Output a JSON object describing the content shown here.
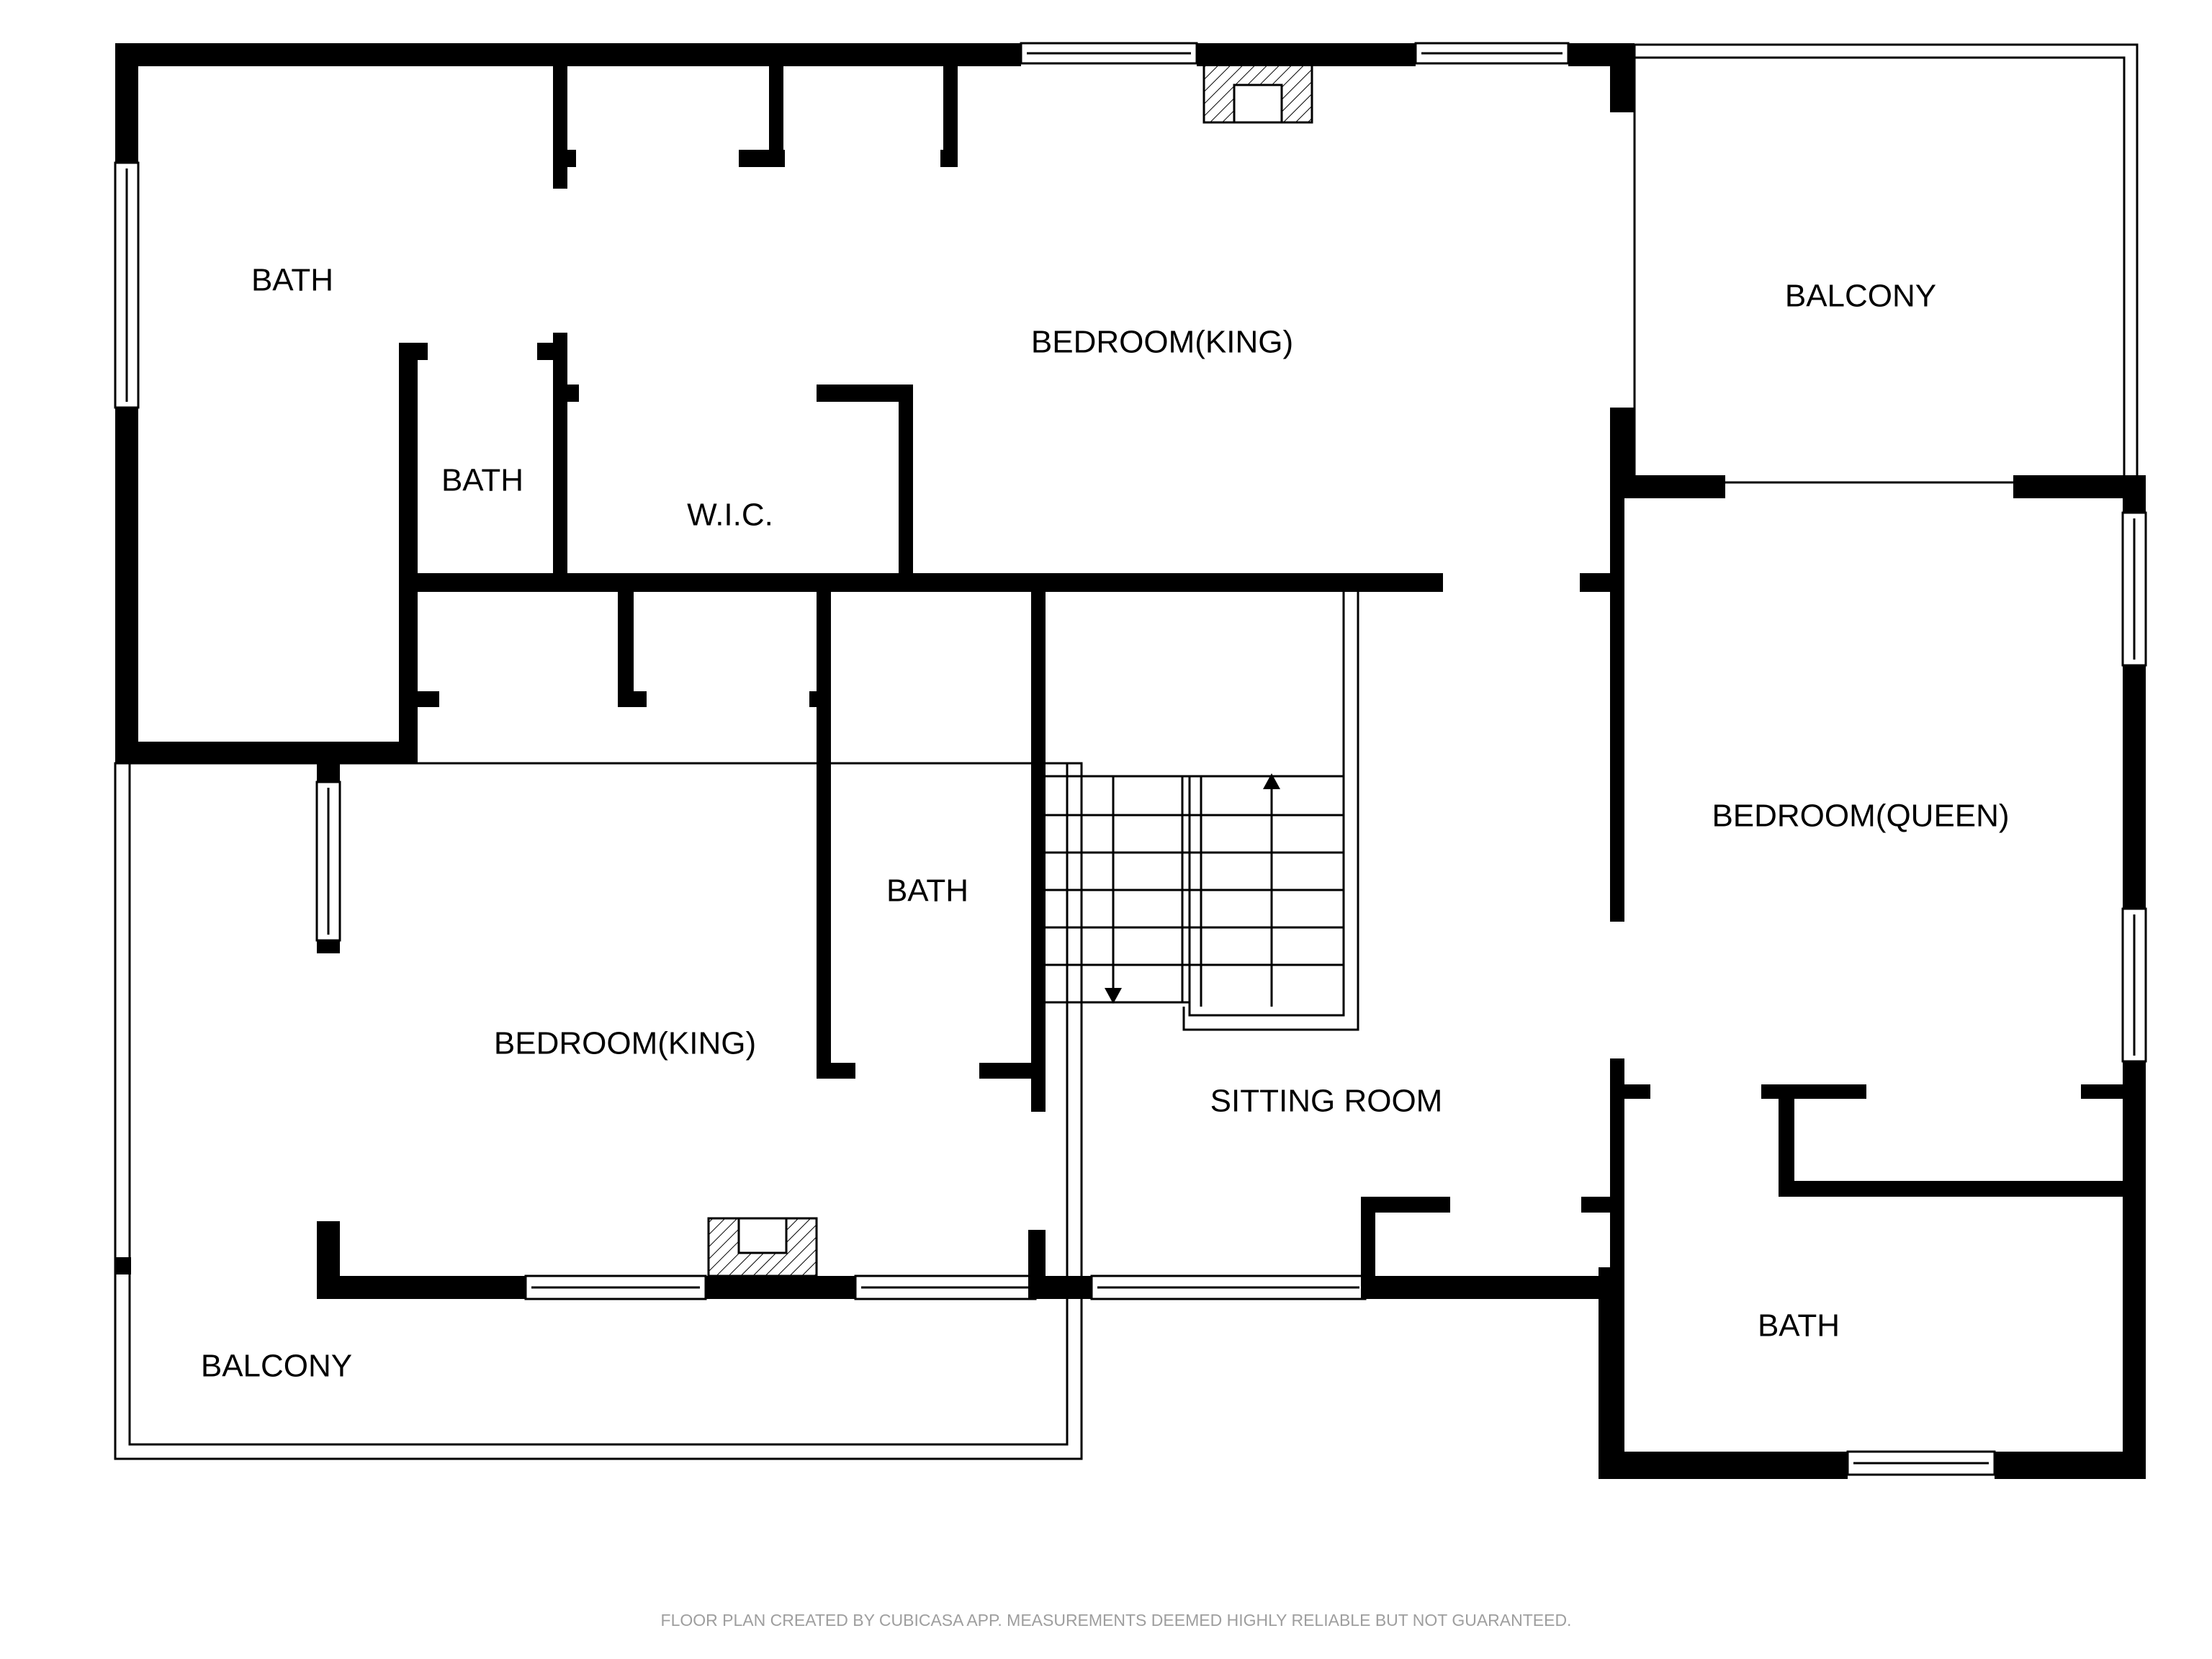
{
  "rooms": {
    "bath_top_left": "BATH",
    "bath_small": "BATH",
    "wic": "W.I.C.",
    "bedroom_king_top": "BEDROOM(KING)",
    "balcony_top_right": "BALCONY",
    "bedroom_queen": "BEDROOM(QUEEN)",
    "bath_center": "BATH",
    "bedroom_king_bottom": "BEDROOM(KING)",
    "sitting_room": "SITTING ROOM",
    "bath_bottom_right": "BATH",
    "balcony_bottom_left": "BALCONY"
  },
  "footer": {
    "disclaimer": "FLOOR PLAN CREATED BY CUBICASA APP. MEASUREMENTS DEEMED HIGHLY RELIABLE BUT NOT GUARANTEED."
  },
  "colors": {
    "wall": "#000000",
    "background": "#ffffff",
    "disclaimer": "#9e9e9e"
  }
}
